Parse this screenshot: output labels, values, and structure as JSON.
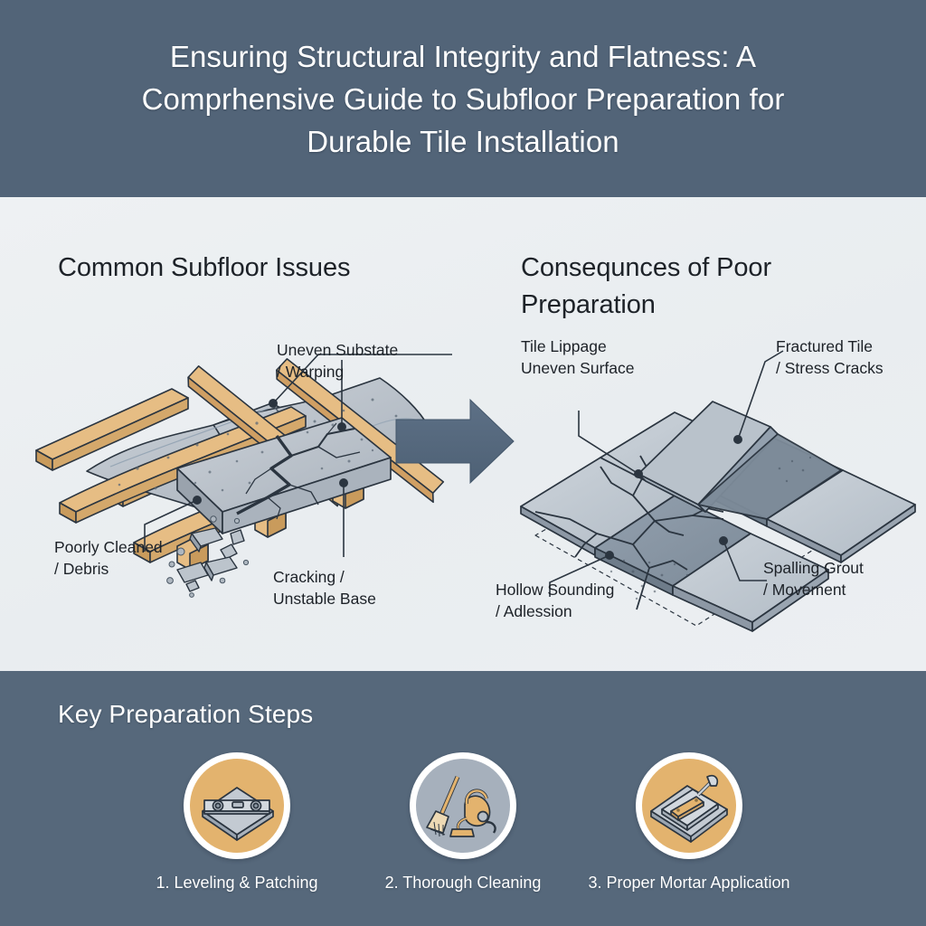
{
  "colors": {
    "header_band": "#526478",
    "footer_band": "#56687b",
    "body_background": "#eceff2",
    "arrow": "#55687c",
    "wood": "#e3b878",
    "wood_shade": "#c99b5c",
    "concrete_light": "#c3c9d0",
    "concrete_mid": "#aeb6bf",
    "concrete_dark": "#8d98a5",
    "tile_light": "#c6ced6",
    "tile_dark": "#8b98a6",
    "outline": "#2b3540",
    "text_dark": "#1d2228",
    "text_light": "#ffffff",
    "badge_amber": "#e6b濃"
  },
  "header": {
    "title": "Ensuring Structural Integrity and Flatness: A Comprhensive Guide to Subfloor Preparation for Durable Tile Installation"
  },
  "panels": {
    "left": {
      "heading": "Common Subfloor Issues",
      "callouts": [
        {
          "id": "uneven",
          "text": "Uneven Substate\n/ Warping"
        },
        {
          "id": "debris",
          "text": "Poorly Cleaned\n/ Debris"
        },
        {
          "id": "cracking",
          "text": "Cracking /\nUnstable Base"
        }
      ]
    },
    "right": {
      "heading": "Consequnces of Poor Preparation",
      "callouts": [
        {
          "id": "lippage",
          "text": "Tile Lippage\nUneven Surface"
        },
        {
          "id": "fracture",
          "text": "Fractured Tile\n/ Stress Cracks"
        },
        {
          "id": "hollow",
          "text": "Hollow Sounding\n/ Adlession"
        },
        {
          "id": "spalling",
          "text": "Spalling Grout\n/ Movement"
        }
      ]
    },
    "arrow_icon": "right-arrow-icon"
  },
  "footer": {
    "title": "Key Preparation Steps",
    "steps": [
      {
        "label": "1. Leveling & Patching",
        "icon": "spirit-level-icon",
        "disc_color": "#e3b36e"
      },
      {
        "label": "2. Thorough Cleaning",
        "icon": "broom-vacuum-icon",
        "disc_color": "#a6b0bc"
      },
      {
        "label": "3. Proper Mortar Application",
        "icon": "notched-trowel-icon",
        "disc_color": "#e3b36e"
      }
    ]
  }
}
